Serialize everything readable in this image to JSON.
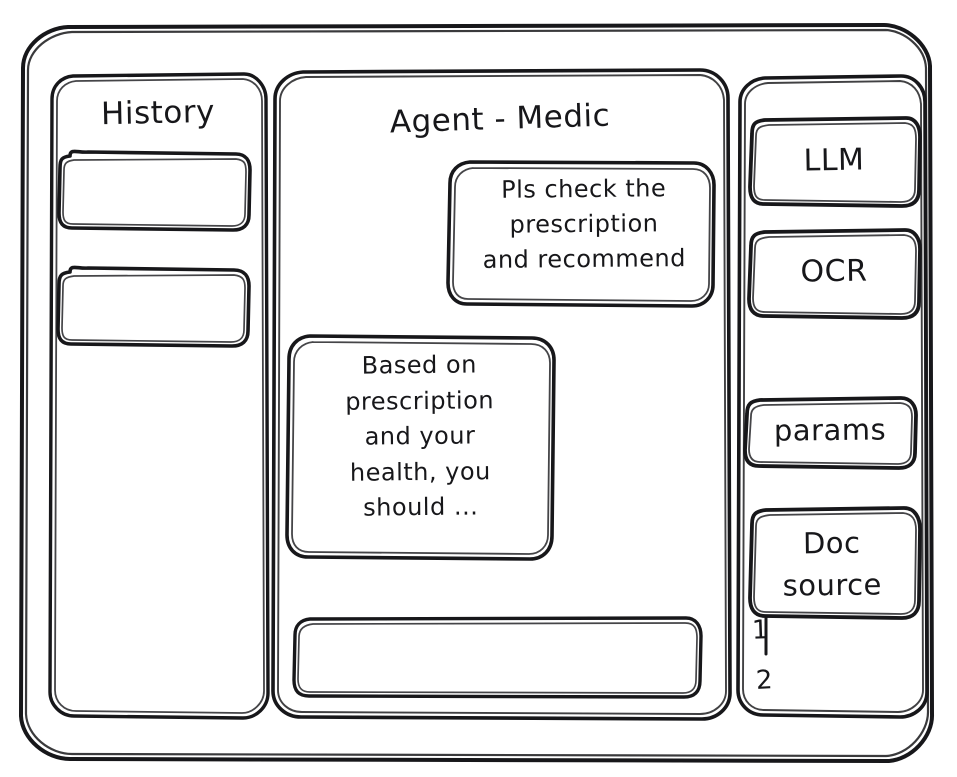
{
  "app": {
    "style": "hand-drawn-wireframe",
    "background_color": "#ffffff",
    "stroke_color": "#17171a"
  },
  "sidebar_left": {
    "title": "History",
    "items": [
      {
        "label": ""
      },
      {
        "label": ""
      }
    ]
  },
  "main": {
    "title": "Agent - Medic",
    "messages": [
      {
        "role": "user",
        "align": "right",
        "text": "Pls check the\nprescription\nand recommend"
      },
      {
        "role": "assistant",
        "align": "left",
        "text": "Based on\nprescription\nand your\nhealth, you\nshould ..."
      }
    ],
    "composer": {
      "value": "",
      "placeholder": ""
    }
  },
  "sidebar_right": {
    "cards": [
      {
        "label": "LLM"
      },
      {
        "label": "OCR"
      },
      {
        "label": "params"
      },
      {
        "label": "Doc\nsource"
      }
    ],
    "source_markers": [
      "1",
      "2"
    ]
  }
}
